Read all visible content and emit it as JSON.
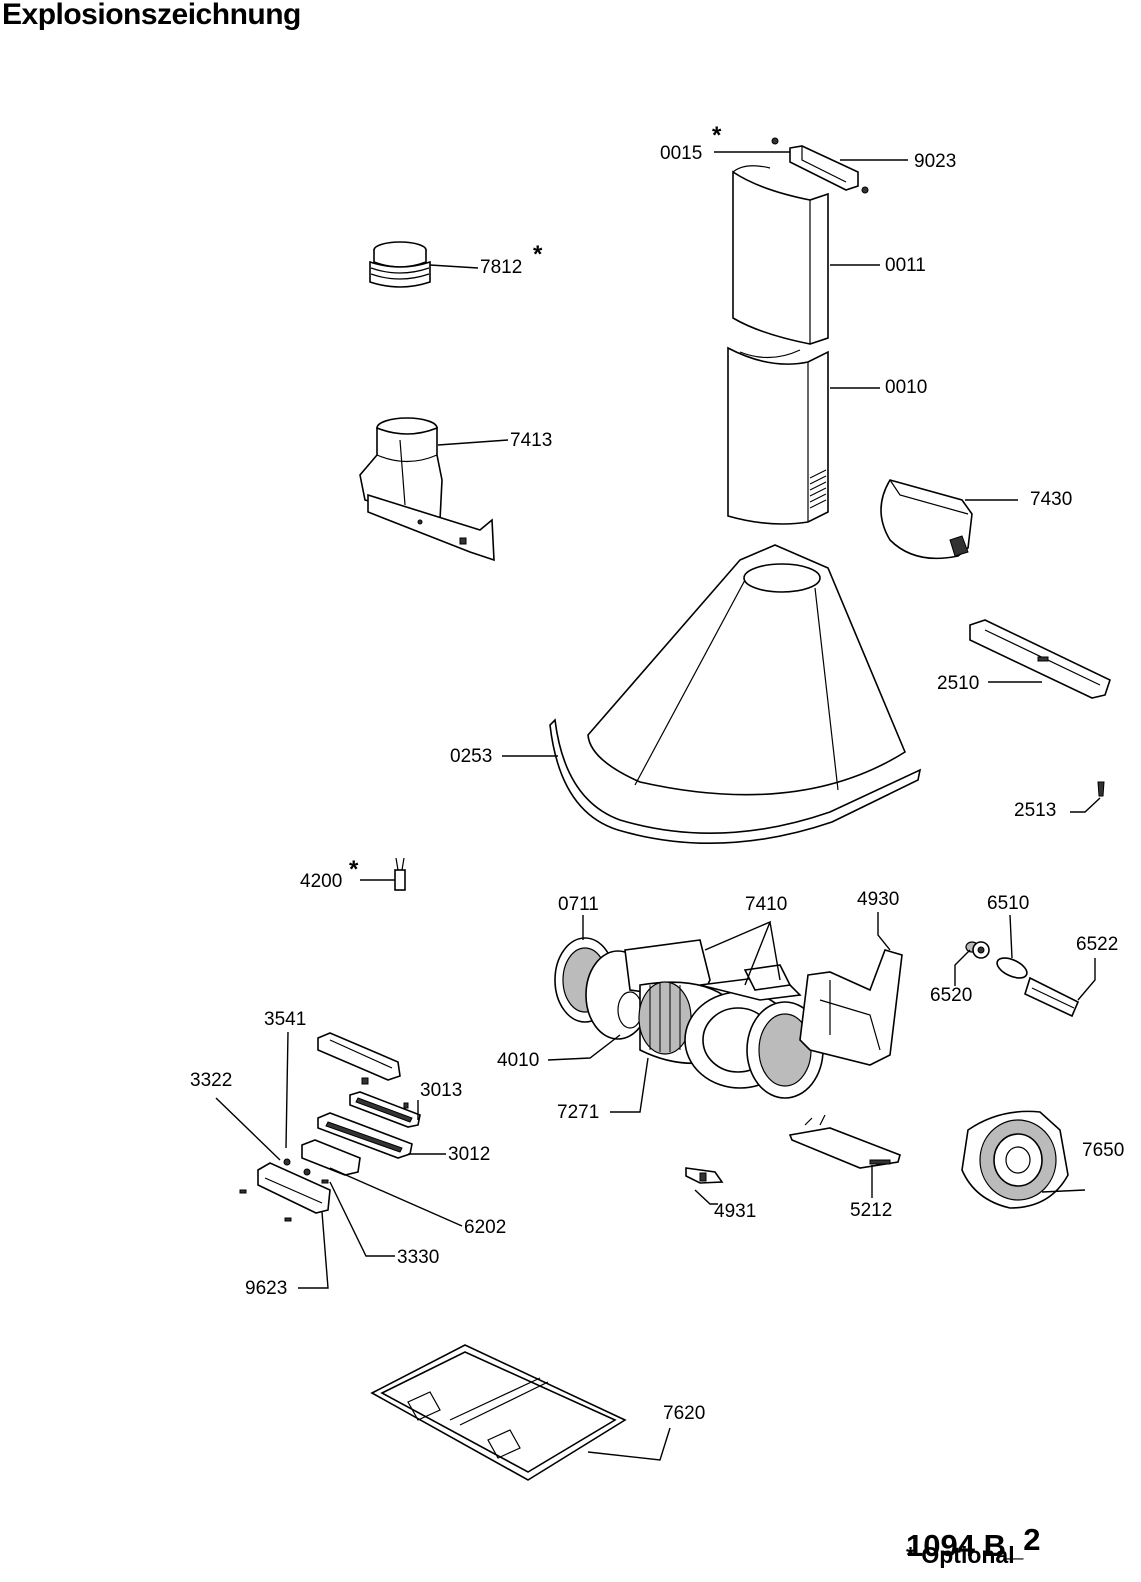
{
  "title": "Explosionszeichnung",
  "labels": {
    "p0015": "0015",
    "p9023": "9023",
    "p7812": "7812",
    "p0011": "0011",
    "p0010": "0010",
    "p7413": "7413",
    "p7430": "7430",
    "p2510": "2510",
    "p0253": "0253",
    "p2513": "2513",
    "p4200": "4200",
    "p0711": "0711",
    "p7410": "7410",
    "p4930": "4930",
    "p6510": "6510",
    "p6522": "6522",
    "p6520": "6520",
    "p3541": "3541",
    "p3322": "3322",
    "p3013": "3013",
    "p4010": "4010",
    "p7271": "7271",
    "p3012": "3012",
    "p7650": "7650",
    "p4931": "4931",
    "p5212": "5212",
    "p6202": "6202",
    "p3330": "3330",
    "p9623": "9623",
    "p7620": "7620"
  },
  "optional_marker": "*",
  "footer": {
    "code_main": "1094 B",
    "code_sep": "_",
    "code_suffix": "2",
    "note": "* Optional"
  }
}
